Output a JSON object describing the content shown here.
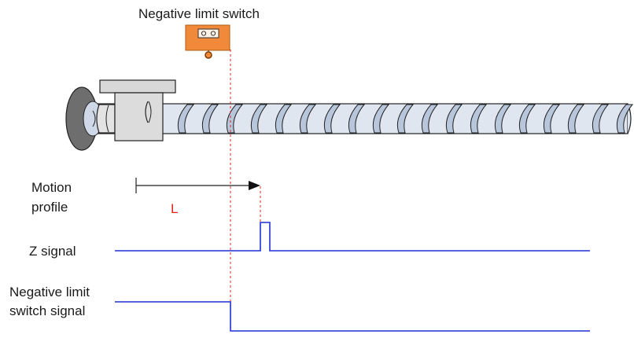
{
  "labels": {
    "switch_title": "Negative limit switch",
    "motion_profile_line1": "Motion",
    "motion_profile_line2": "profile",
    "distance": "L",
    "z_signal": "Z signal",
    "limit_signal_line1": "Negative limit",
    "limit_signal_line2": "switch signal"
  },
  "colors": {
    "signal": "#1f2fd6",
    "marker": "#e0261e",
    "switch_body": "#f08a3a",
    "screw_blue": "#b8c6dc",
    "nut_gray": "#d9d9d9",
    "wheel_dark": "#666666",
    "outline": "#222222"
  },
  "signals": {
    "z_signal": {
      "baseline": "low",
      "event": "single pulse"
    },
    "negative_limit_switch_signal": {
      "initial": "high",
      "after_switch": "low"
    }
  }
}
